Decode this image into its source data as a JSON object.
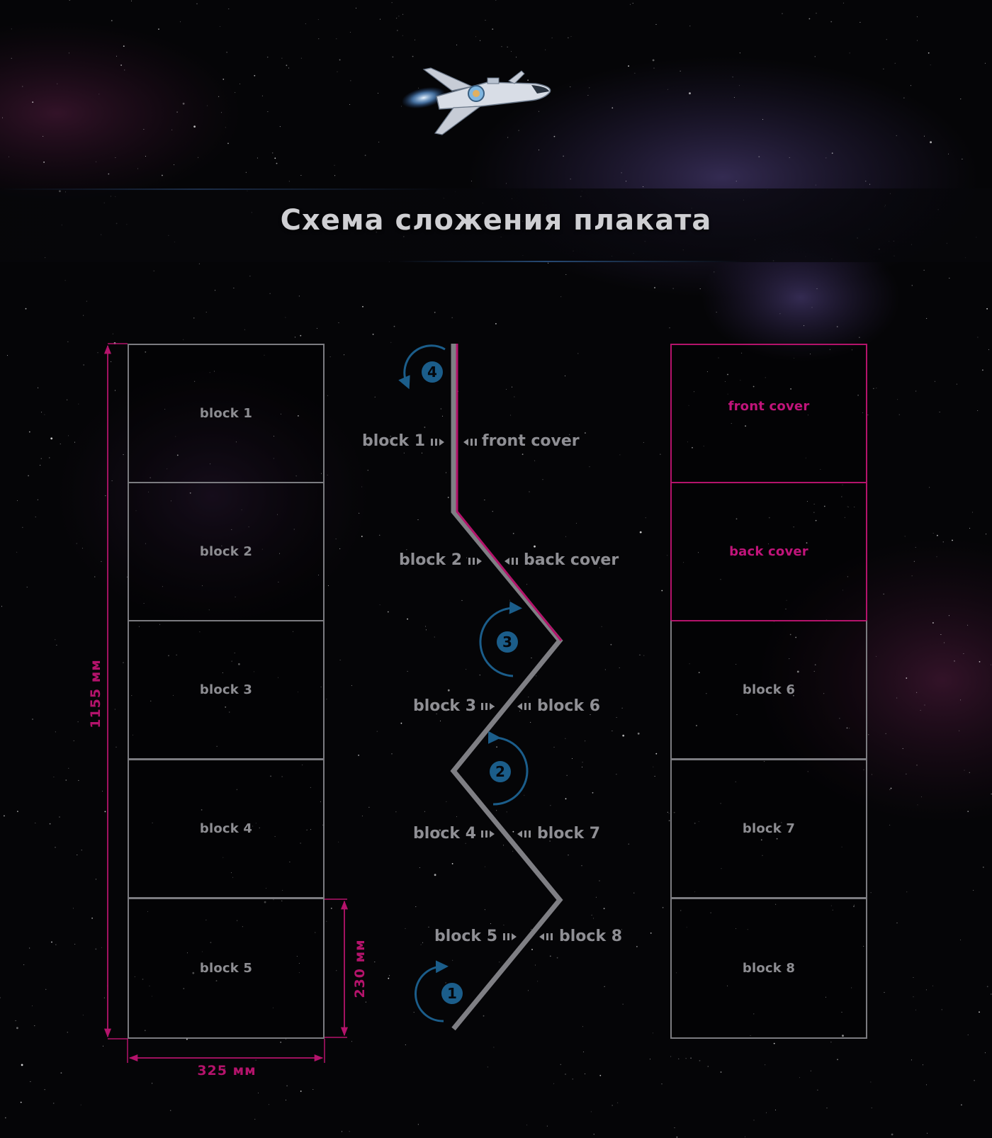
{
  "page": {
    "title": "Схема сложения плаката"
  },
  "colors": {
    "background": "#050507",
    "panel_border": "#7b7b80",
    "panel_text": "#8d8d92",
    "accent_magenta": "#b4136b",
    "step_circle_blue": "#1b5d8a",
    "fold_line": "#7f7f84"
  },
  "illustration": {
    "icon": "space-shuttle-icon"
  },
  "left_column": {
    "blocks": [
      "block 1",
      "block 2",
      "block 3",
      "block 4",
      "block 5"
    ],
    "height_dimension": "1155 мм",
    "panel_height_dimension": "230 мм",
    "width_dimension": "325 мм"
  },
  "right_column": {
    "blocks": [
      "front cover",
      "back cover",
      "block 6",
      "block 7",
      "block 8"
    ]
  },
  "fold_diagram": {
    "pairs": [
      {
        "left": "block 1",
        "right": "front cover"
      },
      {
        "left": "block 2",
        "right": "back cover"
      },
      {
        "left": "block 3",
        "right": "block 6"
      },
      {
        "left": "block 4",
        "right": "block 7"
      },
      {
        "left": "block 5",
        "right": "block 8"
      }
    ],
    "steps": [
      "1",
      "2",
      "3",
      "4"
    ],
    "arrow_icon": "triple-chevron-arrow-icon",
    "rotate_icon": "curved-rotate-arrow-icon"
  }
}
